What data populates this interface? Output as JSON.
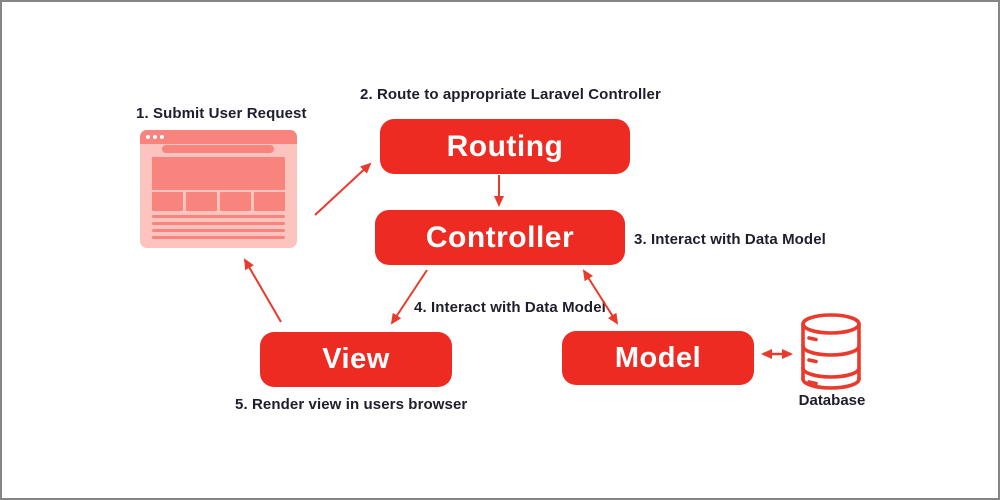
{
  "diagram": {
    "type": "flowchart",
    "subject": "Laravel MVC request lifecycle",
    "steps": [
      {
        "num": 1,
        "label": "1. Submit User Request"
      },
      {
        "num": 2,
        "label": "2. Route to appropriate Laravel Controller"
      },
      {
        "num": 3,
        "label": "3. Interact with Data Model"
      },
      {
        "num": 4,
        "label": "4. Interact with Data Model"
      },
      {
        "num": 5,
        "label": "5. Render view in users browser"
      }
    ],
    "nodes": [
      {
        "id": "routing",
        "label": "Routing"
      },
      {
        "id": "controller",
        "label": "Controller"
      },
      {
        "id": "view",
        "label": "View"
      },
      {
        "id": "model",
        "label": "Model"
      }
    ],
    "icons": [
      {
        "name": "browser-window-icon"
      },
      {
        "name": "database-icon",
        "label": "Database"
      }
    ],
    "edges": [
      {
        "from": "browser",
        "to": "routing",
        "double_headed": false
      },
      {
        "from": "routing",
        "to": "controller",
        "double_headed": false
      },
      {
        "from": "controller",
        "to": "model",
        "double_headed": true
      },
      {
        "from": "controller",
        "to": "view",
        "double_headed": false
      },
      {
        "from": "view",
        "to": "browser",
        "double_headed": false
      },
      {
        "from": "model",
        "to": "database",
        "double_headed": true
      }
    ],
    "colors": {
      "node_red": "#ee2b22",
      "arrow_red": "#e93a2e",
      "browser_pink": "#fcc3bf",
      "browser_salmon": "#f9847e",
      "label_text": "#1e1e2c",
      "node_text": "#ffffff",
      "canvas_border": "#858585"
    }
  }
}
